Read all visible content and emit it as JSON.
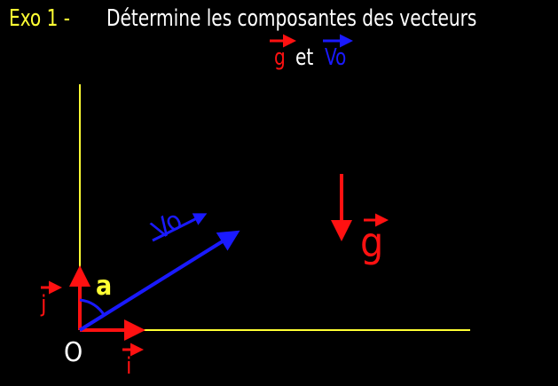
{
  "title": {
    "prefix": "Exo 1 -",
    "main": "Détermine les composantes des vecteurs"
  },
  "subtitle": {
    "g": "g",
    "et": "et",
    "vo": "Vo"
  },
  "diagram": {
    "label_g": "g",
    "label_j": "j",
    "label_i": "i",
    "label_origin": "O",
    "label_angle": "a",
    "label_vo": "Vo"
  },
  "colors": {
    "background": "#000000",
    "title_prefix": "#ffff33",
    "axes": "#ffff33",
    "red_vectors": "#ff1111",
    "blue_vectors": "#1a1aff",
    "text": "#ffffff"
  }
}
